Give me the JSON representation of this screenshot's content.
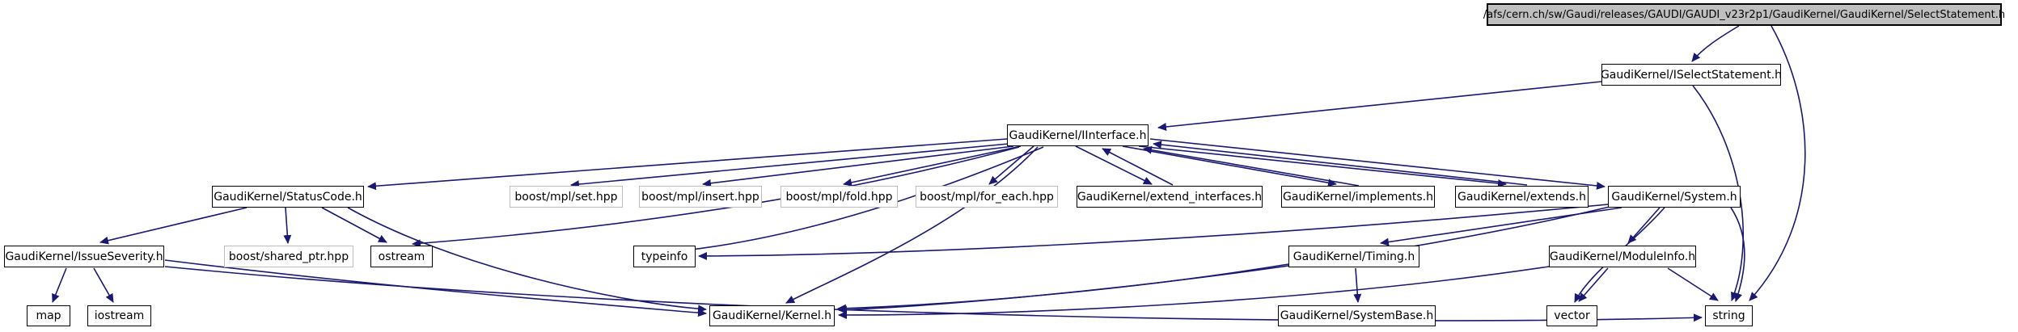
{
  "diagram": {
    "type": "doxygen-include-dependency-graph",
    "root_file": "/afs/cern.ch/sw/Gaudi/releases/GAUDI/GAUDI_v23r2p1/GaudiKernel/GaudiKernel/SelectStatement.h",
    "colors": {
      "edge": "#191970",
      "node_border": "#000000",
      "external_node_border": "#bebebe",
      "main_node_fill": "#bfbfbf",
      "node_fill": "#ffffff",
      "background": "#ffffff",
      "text": "#000000"
    },
    "nodes": {
      "selectstatement": {
        "label": "/afs/cern.ch/sw/Gaudi/releases/GAUDI/GAUDI_v23r2p1/GaudiKernel/GaudiKernel/SelectStatement.h",
        "kind": "main"
      },
      "iselectstatement": {
        "label": "GaudiKernel/ISelectStatement.h",
        "kind": "internal"
      },
      "iinterface": {
        "label": "GaudiKernel/IInterface.h",
        "kind": "internal"
      },
      "statuscode": {
        "label": "GaudiKernel/StatusCode.h",
        "kind": "internal"
      },
      "mpl_set": {
        "label": "boost/mpl/set.hpp",
        "kind": "external"
      },
      "mpl_insert": {
        "label": "boost/mpl/insert.hpp",
        "kind": "external"
      },
      "mpl_fold": {
        "label": "boost/mpl/fold.hpp",
        "kind": "external"
      },
      "mpl_for_each": {
        "label": "boost/mpl/for_each.hpp",
        "kind": "external"
      },
      "extend_interfaces": {
        "label": "GaudiKernel/extend_interfaces.h",
        "kind": "internal"
      },
      "implements": {
        "label": "GaudiKernel/implements.h",
        "kind": "internal"
      },
      "extends": {
        "label": "GaudiKernel/extends.h",
        "kind": "internal"
      },
      "system": {
        "label": "GaudiKernel/System.h",
        "kind": "internal"
      },
      "issueseverity": {
        "label": "GaudiKernel/IssueSeverity.h",
        "kind": "internal"
      },
      "shared_ptr": {
        "label": "boost/shared_ptr.hpp",
        "kind": "external"
      },
      "ostream": {
        "label": "ostream",
        "kind": "system"
      },
      "typeinfo": {
        "label": "typeinfo",
        "kind": "system"
      },
      "timing": {
        "label": "GaudiKernel/Timing.h",
        "kind": "internal"
      },
      "moduleinfo": {
        "label": "GaudiKernel/ModuleInfo.h",
        "kind": "internal"
      },
      "map": {
        "label": "map",
        "kind": "system"
      },
      "iostream": {
        "label": "iostream",
        "kind": "system"
      },
      "kernel": {
        "label": "GaudiKernel/Kernel.h",
        "kind": "internal"
      },
      "systembase": {
        "label": "GaudiKernel/SystemBase.h",
        "kind": "internal"
      },
      "vector": {
        "label": "vector",
        "kind": "system"
      },
      "string": {
        "label": "string",
        "kind": "system"
      }
    },
    "edges": [
      {
        "from": "selectstatement",
        "to": "iselectstatement"
      },
      {
        "from": "selectstatement",
        "to": "string"
      },
      {
        "from": "iselectstatement",
        "to": "iinterface"
      },
      {
        "from": "iselectstatement",
        "to": "string"
      },
      {
        "from": "iinterface",
        "to": "statuscode"
      },
      {
        "from": "iinterface",
        "to": "mpl_set"
      },
      {
        "from": "iinterface",
        "to": "mpl_insert"
      },
      {
        "from": "iinterface",
        "to": "mpl_fold"
      },
      {
        "from": "iinterface",
        "to": "mpl_for_each"
      },
      {
        "from": "iinterface",
        "to": "extend_interfaces"
      },
      {
        "from": "extend_interfaces",
        "to": "iinterface"
      },
      {
        "from": "iinterface",
        "to": "implements"
      },
      {
        "from": "implements",
        "to": "iinterface"
      },
      {
        "from": "iinterface",
        "to": "extends"
      },
      {
        "from": "extends",
        "to": "iinterface"
      },
      {
        "from": "iinterface",
        "to": "system"
      },
      {
        "from": "iinterface",
        "to": "typeinfo"
      },
      {
        "from": "iinterface",
        "to": "ostream"
      },
      {
        "from": "iinterface",
        "to": "kernel"
      },
      {
        "from": "statuscode",
        "to": "issueseverity"
      },
      {
        "from": "statuscode",
        "to": "shared_ptr"
      },
      {
        "from": "statuscode",
        "to": "ostream"
      },
      {
        "from": "statuscode",
        "to": "kernel"
      },
      {
        "from": "issueseverity",
        "to": "map"
      },
      {
        "from": "issueseverity",
        "to": "iostream"
      },
      {
        "from": "issueseverity",
        "to": "kernel"
      },
      {
        "from": "issueseverity",
        "to": "string"
      },
      {
        "from": "system",
        "to": "timing"
      },
      {
        "from": "system",
        "to": "moduleinfo"
      },
      {
        "from": "system",
        "to": "kernel"
      },
      {
        "from": "system",
        "to": "typeinfo"
      },
      {
        "from": "system",
        "to": "vector"
      },
      {
        "from": "system",
        "to": "string"
      },
      {
        "from": "timing",
        "to": "systembase"
      },
      {
        "from": "timing",
        "to": "kernel"
      },
      {
        "from": "moduleinfo",
        "to": "vector"
      },
      {
        "from": "moduleinfo",
        "to": "string"
      },
      {
        "from": "moduleinfo",
        "to": "kernel"
      }
    ]
  }
}
